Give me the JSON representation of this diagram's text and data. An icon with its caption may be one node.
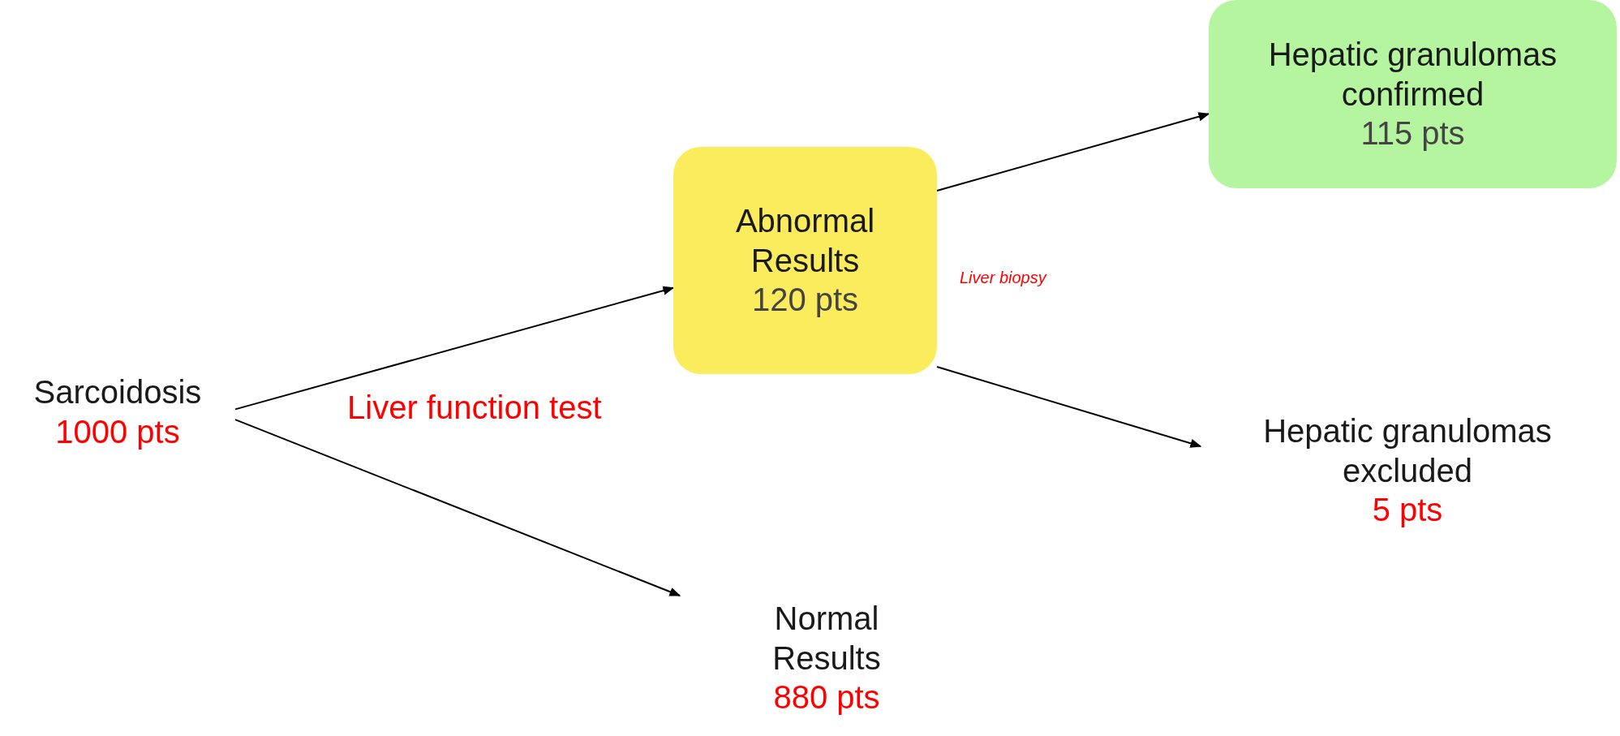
{
  "diagram": {
    "nodes": [
      {
        "text": [
          "Sarcoidosis",
          "1000 pts"
        ]
      },
      {
        "text": [
          "Abnormal Results",
          "120 pts"
        ]
      },
      {
        "text": [
          "Hepatic granulomas confirmed",
          "115 pts"
        ]
      },
      {
        "text": [
          "Hepatic granulomas excluded",
          "5 pts"
        ]
      },
      {
        "text": [
          "Normal Results",
          "880 pts"
        ]
      }
    ],
    "edges": [
      {
        "from": 0,
        "to": 1,
        "arrow": "to"
      },
      {
        "from": 0,
        "to": 4,
        "arrow": "to"
      },
      {
        "from": 1,
        "to": 2,
        "arrow": "to"
      },
      {
        "from": 1,
        "to": 3,
        "arrow": "to"
      }
    ],
    "labels": [
      "Liver function test",
      "Liver biopsy"
    ]
  }
}
